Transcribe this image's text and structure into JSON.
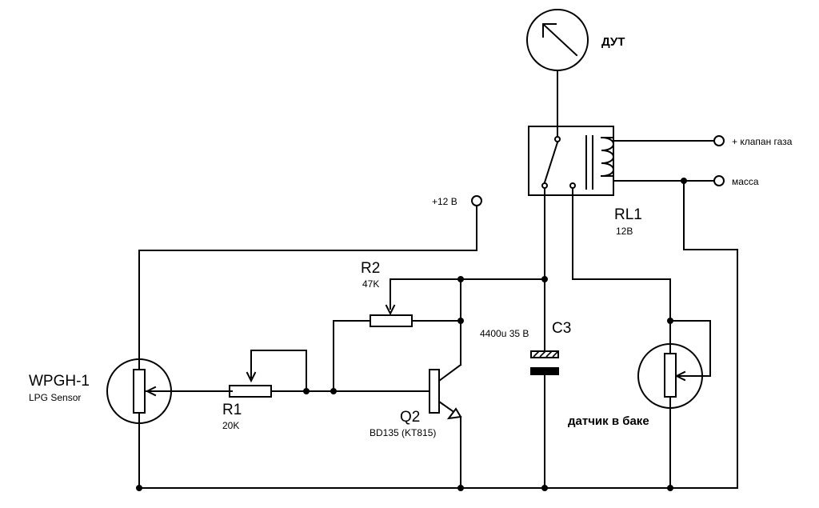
{
  "diagram": {
    "gauge": {
      "label": "ДУТ"
    },
    "relay": {
      "ref": "RL1",
      "value": "12В"
    },
    "terminals": {
      "supply": "+12 В",
      "gas_valve": "+ клапан газа",
      "ground": "масса"
    },
    "sensor": {
      "ref": "WPGH-1",
      "desc": "LPG Sensor"
    },
    "r1": {
      "ref": "R1",
      "value": "20K"
    },
    "r2": {
      "ref": "R2",
      "value": "47K"
    },
    "q2": {
      "ref": "Q2",
      "value": "BD135 (KT815)"
    },
    "c3": {
      "ref": "C3",
      "value": "4400u 35 В"
    },
    "tank_sensor": {
      "label": "датчик в баке"
    }
  }
}
